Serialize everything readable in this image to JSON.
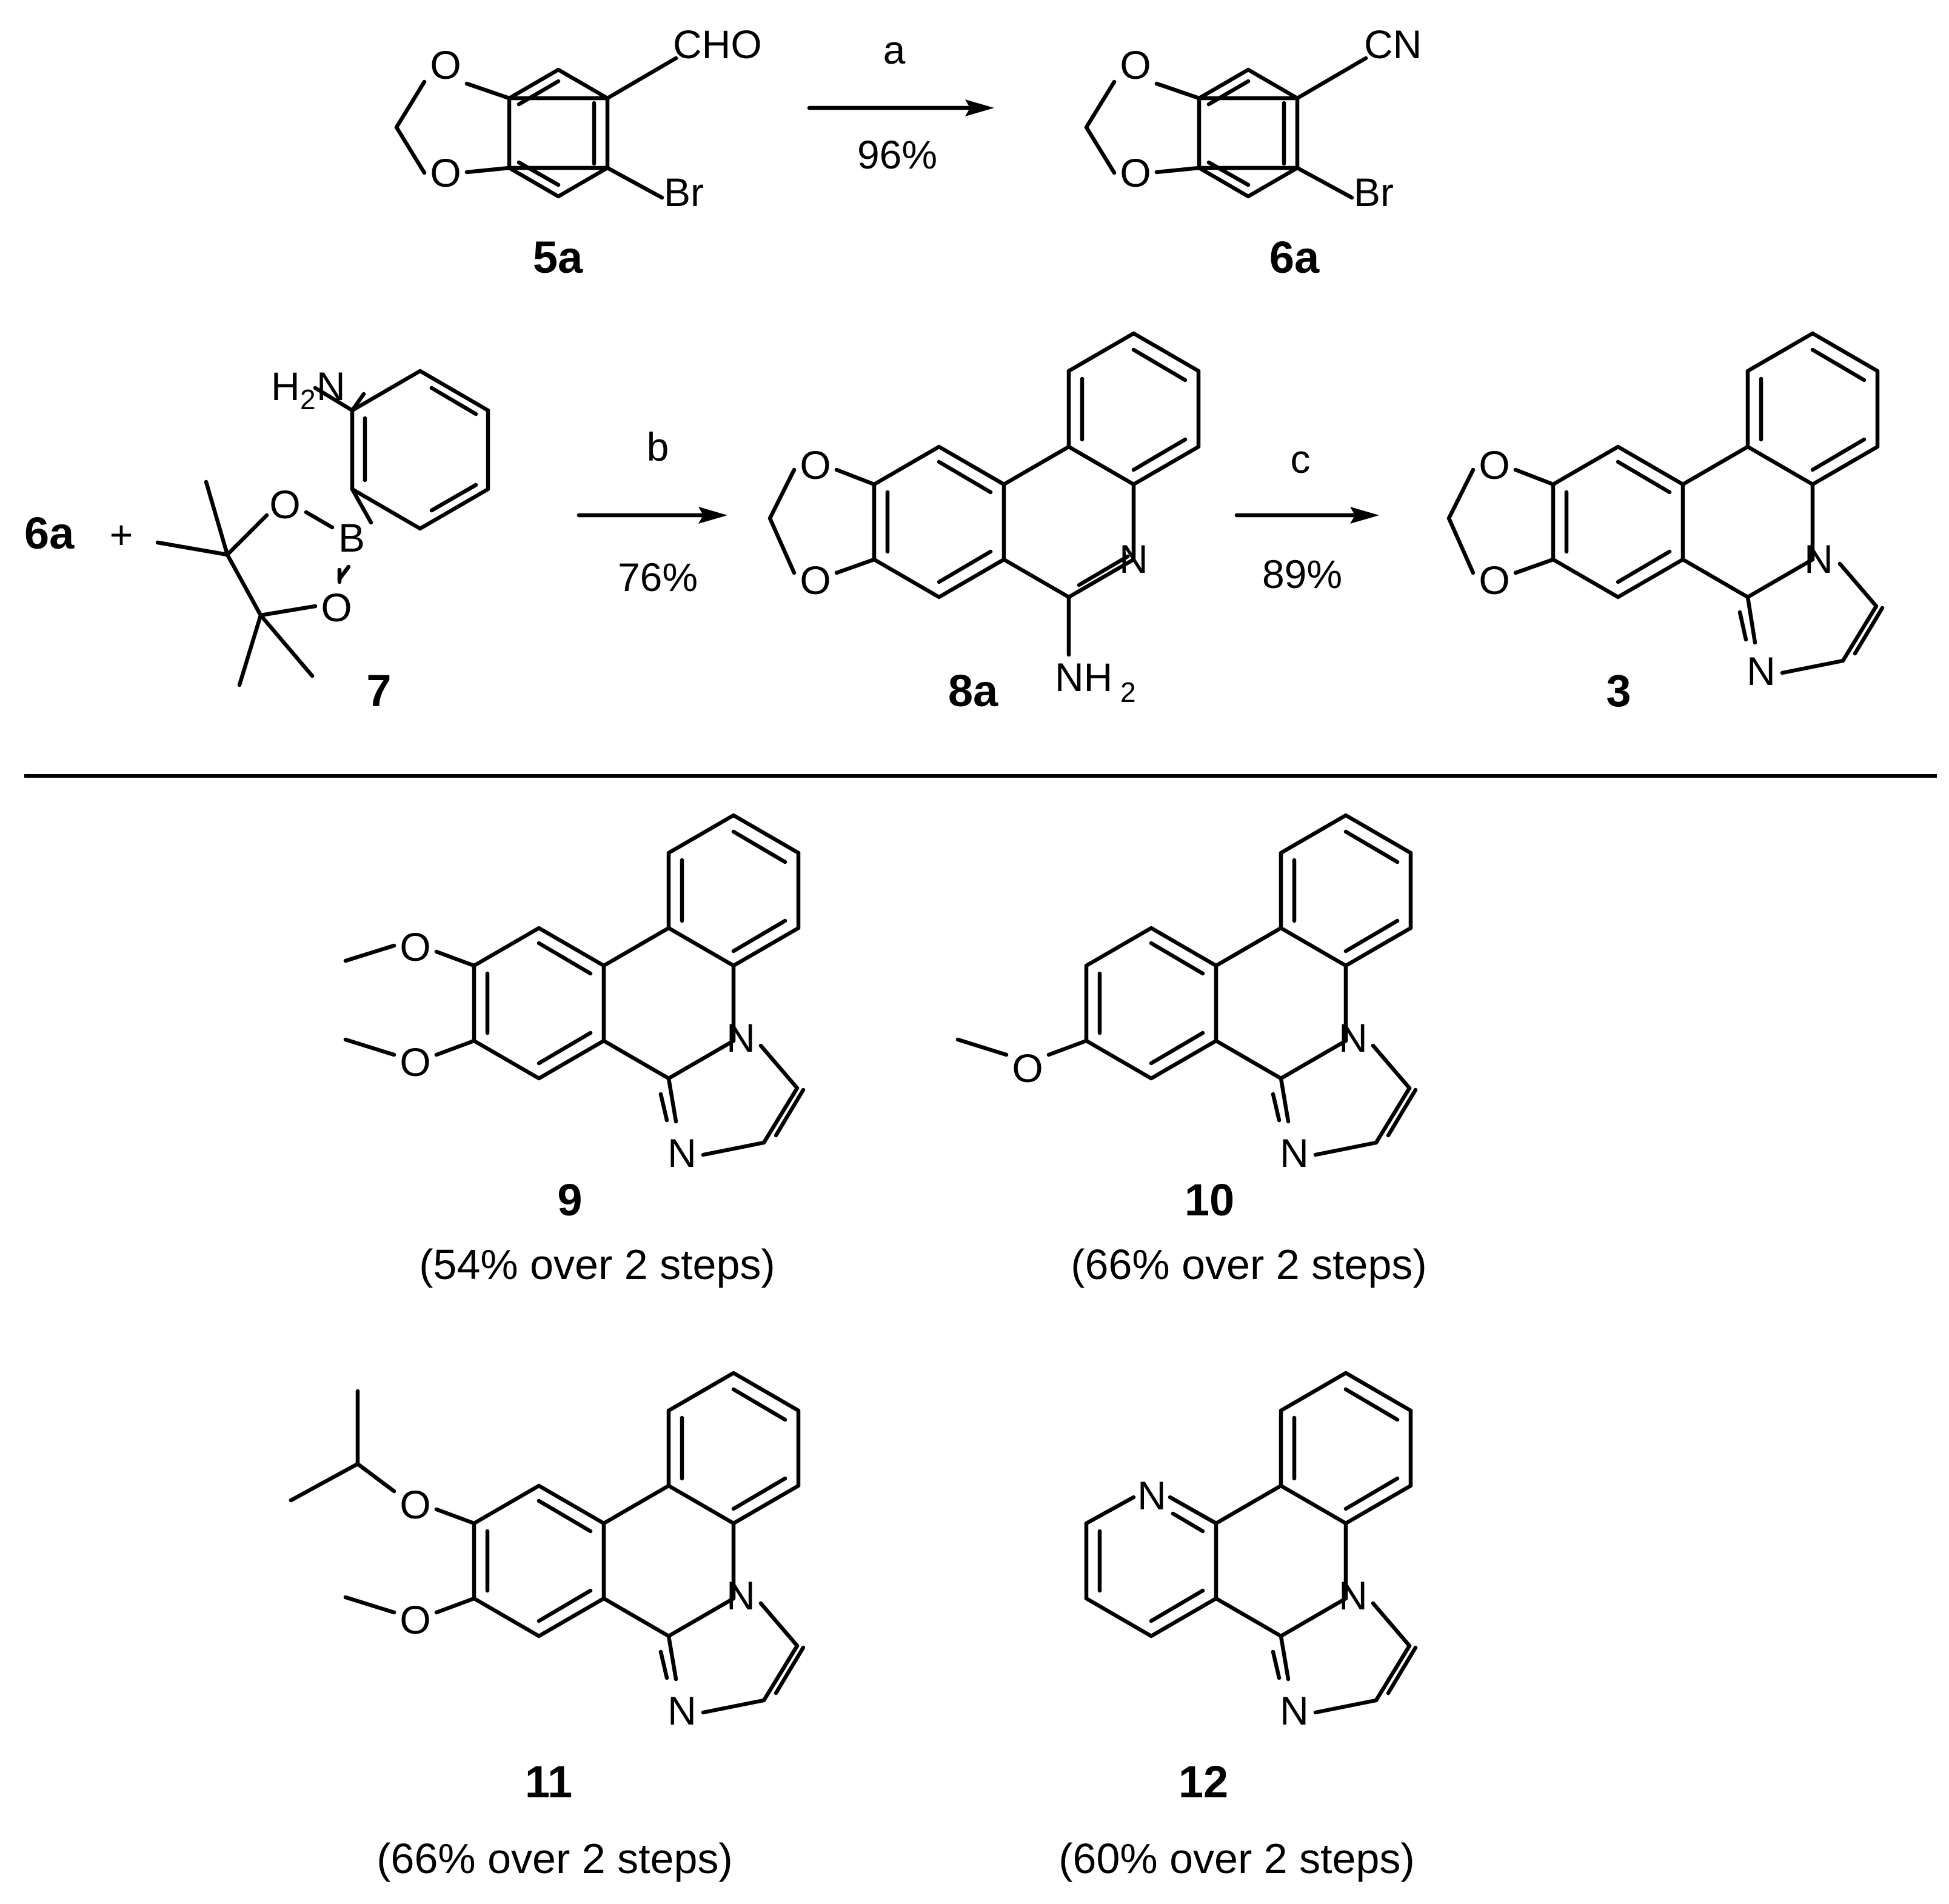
{
  "compounds": {
    "c5a": {
      "id": "5a",
      "substituents": [
        "CHO",
        "Br"
      ],
      "ring_atoms": [
        "O",
        "O"
      ]
    },
    "c6a": {
      "id": "6a",
      "substituents": [
        "CN",
        "Br"
      ],
      "ring_atoms": [
        "O",
        "O"
      ]
    },
    "c7": {
      "id": "7",
      "boron": "B",
      "ring_atoms": [
        "O",
        "O"
      ]
    },
    "c8a": {
      "id": "8a",
      "ring_atoms": [
        "O",
        "O",
        "N"
      ]
    },
    "c3": {
      "id": "3",
      "ring_atoms": [
        "O",
        "O",
        "N",
        "N"
      ]
    },
    "c9": {
      "id": "9",
      "yield": "(54% over 2 steps)"
    },
    "c10": {
      "id": "10",
      "yield": "(66% over 2 steps)"
    },
    "c11": {
      "id": "11",
      "yield": "(66% over 2 steps)"
    },
    "c12": {
      "id": "12",
      "yield": "(60% over 2 steps)"
    }
  },
  "reactions": [
    {
      "reagent": "a",
      "yield": "96%"
    },
    {
      "reagent": "b",
      "yield": "76%"
    },
    {
      "reagent": "c",
      "yield": "89%"
    }
  ],
  "labels": {
    "plus": "+",
    "reactant_6a": "6a",
    "nh2_main": "NH",
    "nh2_sub": "2",
    "h2n_h": "H",
    "h2n_sub": "2",
    "h2n_n": "N",
    "o": "O",
    "n": "N",
    "b": "B",
    "cho": "CHO",
    "cn": "CN",
    "br": "Br"
  }
}
